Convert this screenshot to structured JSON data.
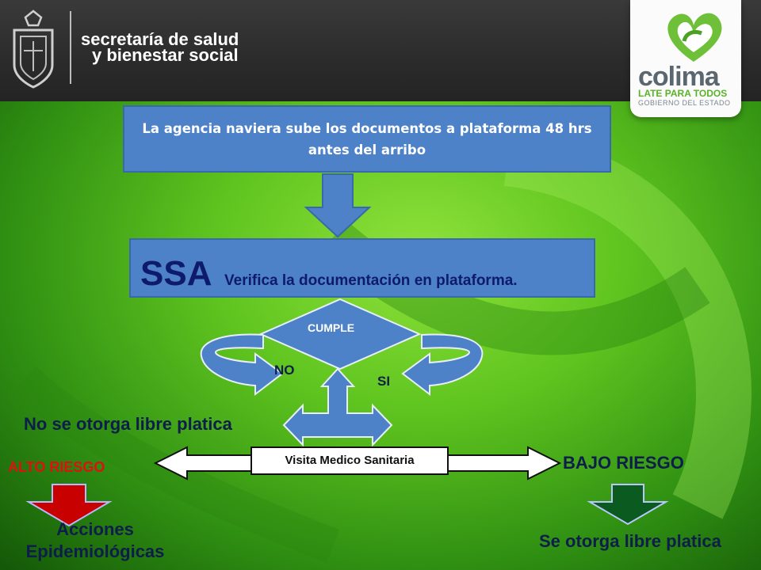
{
  "header": {
    "org_line1": "secretaría de salud",
    "org_line2": "y bienestar social",
    "brand": "colima",
    "brand_tagline": "LATE PARA TODOS",
    "brand_sub": "GOBIERNO DEL ESTADO"
  },
  "flow": {
    "step1": "La agencia naviera sube los documentos a plataforma 48 hrs antes del arribo",
    "step2_title": "SSA",
    "step2_text": "Verifica la documentación en plataforma.",
    "decision": "CUMPLE",
    "no_label": "NO",
    "si_label": "SI",
    "no_result": "No se otorga libre platica",
    "visit": "Visita Medico Sanitaria",
    "high_risk": "ALTO RIESGO",
    "low_risk": "BAJO RIESGO",
    "high_action": "Acciones Epidemiológicas",
    "low_action": "Se otorga libre platica"
  },
  "colors": {
    "box_fill": "#4d81c8",
    "title_text": "#0e1b6a",
    "high_risk": "#e01010",
    "high_arrow": "#c80000",
    "low_arrow": "#0b5a20",
    "label_dark": "#0d1e4a"
  }
}
